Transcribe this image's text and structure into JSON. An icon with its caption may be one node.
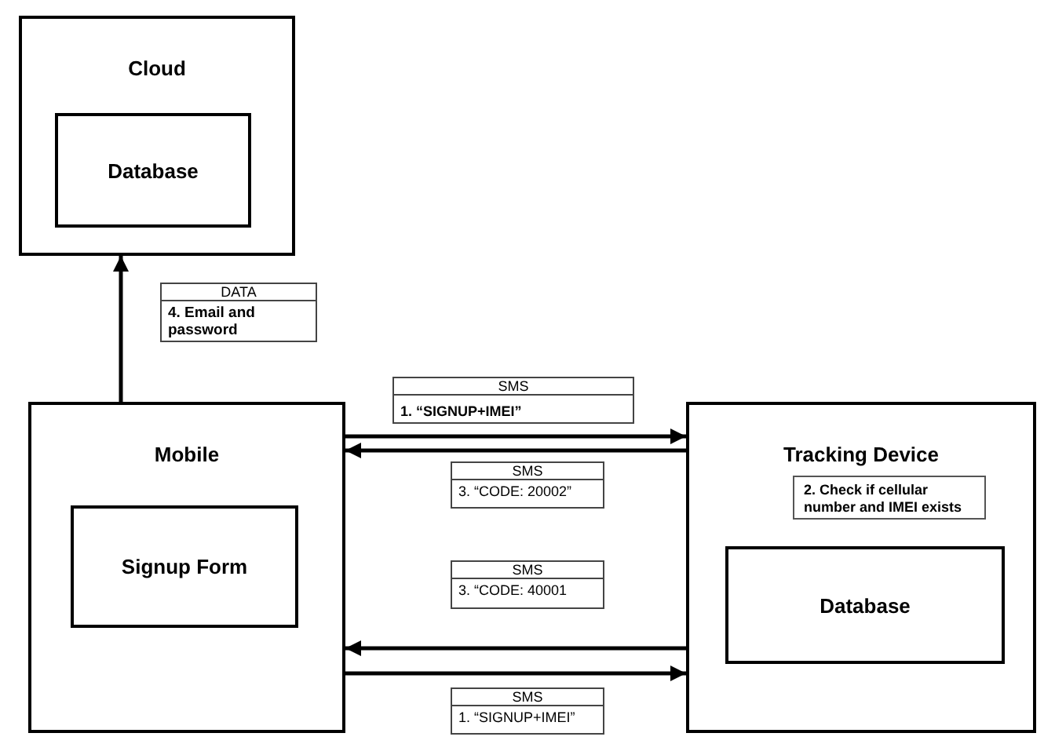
{
  "diagram": {
    "nodes": [
      {
        "text": [
          "Cloud"
        ]
      },
      {
        "text": [
          "Database"
        ],
        "in": 0
      },
      {
        "text": [
          "Mobile"
        ]
      },
      {
        "text": [
          "Signup Form"
        ],
        "in": 2
      },
      {
        "text": [
          "Tracking Device"
        ]
      },
      {
        "text": [
          "2. Check if cellular number and IMEI exists"
        ],
        "in": 4
      },
      {
        "text": [
          "Database"
        ],
        "in": 4
      },
      {
        "text": [
          "DATA",
          "4. Email and password"
        ]
      },
      {
        "text": [
          "SMS",
          "1. “SIGNUP+IMEI”"
        ]
      },
      {
        "text": [
          "SMS",
          "3. “CODE: 20002”"
        ]
      },
      {
        "text": [
          "SMS",
          "3. “CODE: 40001"
        ]
      },
      {
        "text": [
          "SMS",
          "1. “SIGNUP+IMEI”"
        ]
      }
    ],
    "edges": [
      {
        "from": 2,
        "to": 0,
        "arrow": "to"
      },
      {
        "from": 2,
        "to": 4,
        "arrow": "to"
      },
      {
        "from": 4,
        "to": 2,
        "arrow": "to"
      },
      {
        "from": 4,
        "to": 2,
        "arrow": "to"
      },
      {
        "from": 2,
        "to": 4,
        "arrow": "to"
      }
    ]
  }
}
